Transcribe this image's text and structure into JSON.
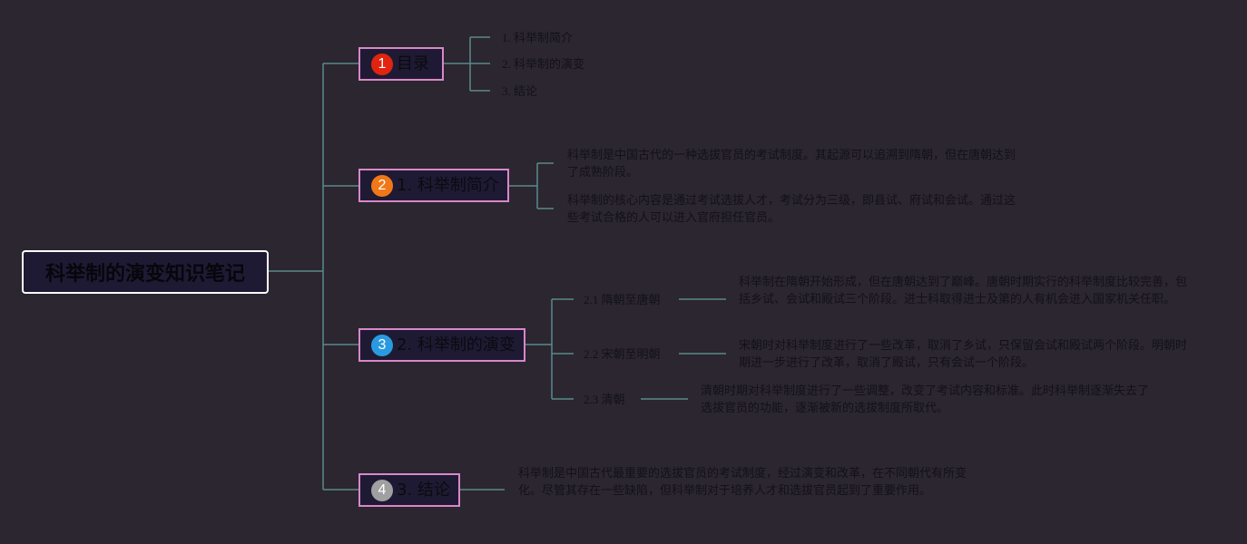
{
  "root": {
    "title": "科举制的演变知识笔记"
  },
  "topics": [
    {
      "badge": "1",
      "badge_color": "#e02410",
      "label": "目录",
      "children": [
        "1. 科举制简介",
        "2. 科举制的演变",
        "3. 结论"
      ]
    },
    {
      "badge": "2",
      "badge_color": "#f07818",
      "label": "1. 科举制简介",
      "notes": [
        "科举制是中国古代的一种选拔官员的考试制度。其起源可以追溯到隋朝，但在唐朝达到了成熟阶段。",
        "科举制的核心内容是通过考试选拔人才，考试分为三级，即县试、府试和会试。通过这些考试合格的人可以进入官府担任官员。"
      ]
    },
    {
      "badge": "3",
      "badge_color": "#2a9ae0",
      "label": "2. 科举制的演变",
      "subtopics": [
        {
          "label": "2.1 隋朝至唐朝",
          "note": "科举制在隋朝开始形成，但在唐朝达到了巅峰。唐朝时期实行的科举制度比较完善，包括乡试、会试和殿试三个阶段。进士科取得进士及第的人有机会进入国家机关任职。"
        },
        {
          "label": "2.2 宋朝至明朝",
          "note": "宋朝时对科举制度进行了一些改革，取消了乡试，只保留会试和殿试两个阶段。明朝时期进一步进行了改革，取消了殿试，只有会试一个阶段。"
        },
        {
          "label": "2.3 清朝",
          "note": "清朝时期对科举制度进行了一些调整，改变了考试内容和标准。此时科举制逐渐失去了选拔官员的功能，逐渐被新的选拔制度所取代。"
        }
      ]
    },
    {
      "badge": "4",
      "badge_color": "#a0a0a0",
      "label": "3. 结论",
      "note": "科举制是中国古代最重要的选拔官员的考试制度，经过演变和改革，在不同朝代有所变化。尽管其存在一些缺陷，但科举制对于培养人才和选拔官员起到了重要作用。"
    }
  ],
  "colors": {
    "background": "#2b2630",
    "connector": "#5a8a8a",
    "node_border": "#d987c9",
    "node_fill": "#1f1a33",
    "root_border": "#ffffff"
  }
}
